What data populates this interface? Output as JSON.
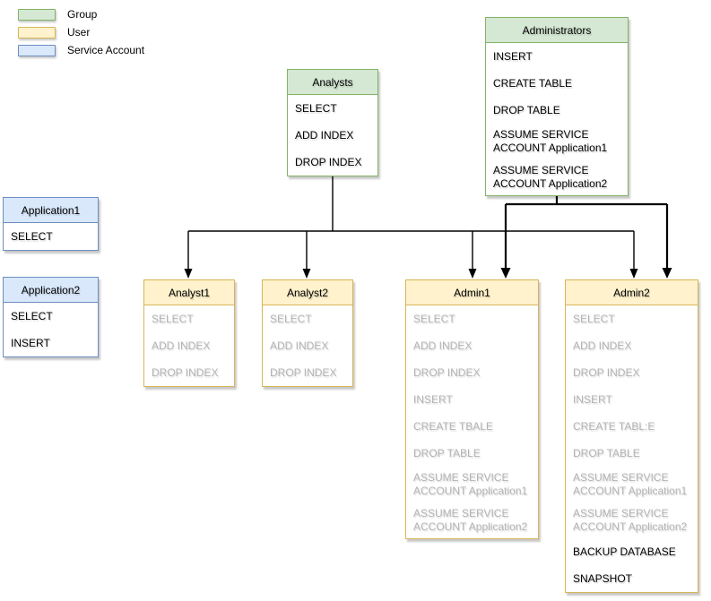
{
  "legend": {
    "items": [
      {
        "label": "Group",
        "fill": "#d5e8d4",
        "border": "#82b366"
      },
      {
        "label": "User",
        "fill": "#fff2cc",
        "border": "#d6b656"
      },
      {
        "label": "Service Account",
        "fill": "#dae8fc",
        "border": "#6c8ebf"
      }
    ]
  },
  "nodes": {
    "administrators": {
      "title": "Administrators",
      "kind": "Group",
      "items": [
        "INSERT",
        "CREATE TABLE",
        "DROP TABLE",
        "ASSUME SERVICE\nACCOUNT Application1",
        "ASSUME SERVICE\nACCOUNT Application2"
      ]
    },
    "analysts": {
      "title": "Analysts",
      "kind": "Group",
      "items": [
        "SELECT",
        "ADD INDEX",
        "DROP INDEX"
      ]
    },
    "application1": {
      "title": "Application1",
      "kind": "Service Account",
      "items": [
        "SELECT"
      ]
    },
    "application2": {
      "title": "Application2",
      "kind": "Service Account",
      "items": [
        "SELECT",
        "INSERT"
      ]
    },
    "analyst1": {
      "title": "Analyst1",
      "kind": "User",
      "inherited": [
        "SELECT",
        "ADD INDEX",
        "DROP INDEX"
      ]
    },
    "analyst2": {
      "title": "Analyst2",
      "kind": "User",
      "inherited": [
        "SELECT",
        "ADD INDEX",
        "DROP INDEX"
      ]
    },
    "admin1": {
      "title": "Admin1",
      "kind": "User",
      "inherited": [
        "SELECT",
        "ADD INDEX",
        "DROP INDEX",
        "INSERT",
        "CREATE TBALE",
        "DROP TABLE",
        "ASSUME SERVICE\nACCOUNT Application1",
        "ASSUME SERVICE\nACCOUNT Application2"
      ]
    },
    "admin2": {
      "title": "Admin2",
      "kind": "User",
      "inherited": [
        "SELECT",
        "ADD INDEX",
        "DROP INDEX",
        "INSERT",
        "CREATE TABL:E",
        "DROP TABLE",
        "ASSUME SERVICE\nACCOUNT Application1",
        "ASSUME SERVICE\nACCOUNT Application2"
      ],
      "own": [
        "BACKUP DATABASE",
        "SNAPSHOT"
      ]
    }
  },
  "edges": [
    {
      "from": "Analysts",
      "to": [
        "Analyst1",
        "Analyst2",
        "Admin1",
        "Admin2"
      ]
    },
    {
      "from": "Administrators",
      "to": [
        "Admin1",
        "Admin2"
      ]
    }
  ],
  "colors": {
    "group_fill": "#d5e8d4",
    "group_border": "#82b366",
    "user_fill": "#fff2cc",
    "user_border": "#d6b656",
    "service_fill": "#dae8fc",
    "service_border": "#6c8ebf",
    "inherited_text": "#b3b3b3",
    "text": "#000000",
    "connector": "#000000"
  }
}
